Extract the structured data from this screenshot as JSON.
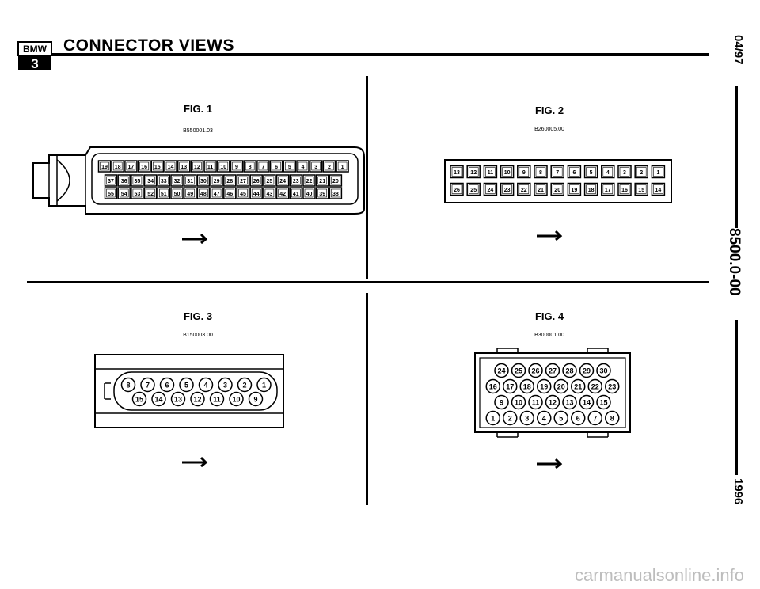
{
  "header": {
    "logo_top": "BMW",
    "logo_bottom": "3",
    "title": "CONNECTOR VIEWS"
  },
  "side": {
    "date": "04/97",
    "doc_number": "8500.0-00",
    "year": "1996"
  },
  "figures": [
    {
      "label": "FIG. 1",
      "code": "B550001.03",
      "rows": [
        [
          "19",
          "18",
          "17",
          "16",
          "15",
          "14",
          "13",
          "12",
          "11",
          "10",
          "9",
          "8",
          "7",
          "6",
          "5",
          "4",
          "3",
          "2",
          "1"
        ],
        [
          "37",
          "36",
          "35",
          "34",
          "33",
          "32",
          "31",
          "30",
          "29",
          "28",
          "27",
          "26",
          "25",
          "24",
          "23",
          "22",
          "21",
          "20"
        ],
        [
          "55",
          "54",
          "53",
          "52",
          "51",
          "50",
          "49",
          "48",
          "47",
          "46",
          "45",
          "44",
          "43",
          "42",
          "41",
          "40",
          "39",
          "38"
        ]
      ]
    },
    {
      "label": "FIG. 2",
      "code": "B260005.00",
      "rows": [
        [
          "13",
          "12",
          "11",
          "10",
          "9",
          "8",
          "7",
          "6",
          "5",
          "4",
          "3",
          "2",
          "1"
        ],
        [
          "26",
          "25",
          "24",
          "23",
          "22",
          "21",
          "20",
          "19",
          "18",
          "17",
          "16",
          "15",
          "14"
        ]
      ]
    },
    {
      "label": "FIG. 3",
      "code": "B150003.00",
      "rows": [
        [
          "8",
          "7",
          "6",
          "5",
          "4",
          "3",
          "2",
          "1"
        ],
        [
          "15",
          "14",
          "13",
          "12",
          "11",
          "10",
          "9"
        ]
      ]
    },
    {
      "label": "FIG. 4",
      "code": "B300001.00",
      "rows": [
        [
          "24",
          "25",
          "26",
          "27",
          "28",
          "29",
          "30"
        ],
        [
          "16",
          "17",
          "18",
          "19",
          "20",
          "21",
          "22",
          "23"
        ],
        [
          "9",
          "10",
          "11",
          "12",
          "13",
          "14",
          "15"
        ],
        [
          "1",
          "2",
          "3",
          "4",
          "5",
          "6",
          "7",
          "8"
        ]
      ]
    }
  ],
  "watermark": "carmanualsonline.info"
}
